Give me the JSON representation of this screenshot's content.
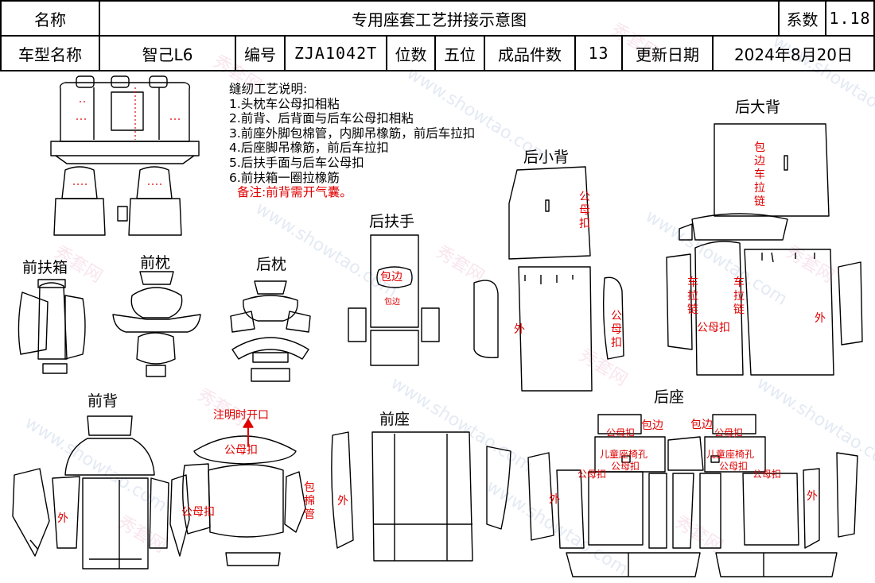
{
  "header": {
    "row1": {
      "name_label": "名称",
      "title": "专用座套工艺拼接示意图",
      "coef_label": "系数",
      "coef_value": "1.18"
    },
    "row2": {
      "model_label": "车型名称",
      "model_value": "智己L6",
      "code_label": "编号",
      "code_value": "ZJA1042T",
      "seat_label": "位数",
      "seat_value": "五位",
      "pieces_label": "成品件数",
      "pieces_value": "13",
      "date_label": "更新日期",
      "date_value": "2024年8月20日"
    }
  },
  "notes": {
    "title": "缝纫工艺说明:",
    "items": [
      "1.头枕车公母扣相粘",
      "2.前背、后背面与后车公母扣相粘",
      "3.前座外脚包棉管，内脚吊橡筋，前后车拉扣",
      "4.后座脚吊橡筋，前后车拉扣",
      "5.后扶手面与后车公母扣",
      "6.前扶箱一圈拉橡筋"
    ],
    "remark": "备注:前背需开气囊。"
  },
  "section_labels": {
    "front_armbox": "前扶箱",
    "front_headrest": "前枕",
    "rear_headrest": "后枕",
    "rear_armrest": "后扶手",
    "rear_small_back": "后小背",
    "rear_big_back": "后大背",
    "front_back": "前背",
    "front_seat": "前座",
    "rear_seat": "后座"
  },
  "annotations": {
    "wrap_edge": "包边",
    "wrap_edge_small": "包边",
    "snap": "公母扣",
    "outer": "外",
    "wrap_zip": "包边车拉链",
    "zip": "车拉链",
    "mark_opening": "注明时开口",
    "wrap_foam": "包棉管",
    "child_seat_hole": "儿童座椅孔"
  },
  "watermark": {
    "cn": "秀套网",
    "url": "www.showtao.com"
  },
  "colors": {
    "annotation_red": "#e00000",
    "line": "#000000",
    "watermark_pink": "#e9a6c3",
    "watermark_blue": "#9fb6d8"
  }
}
